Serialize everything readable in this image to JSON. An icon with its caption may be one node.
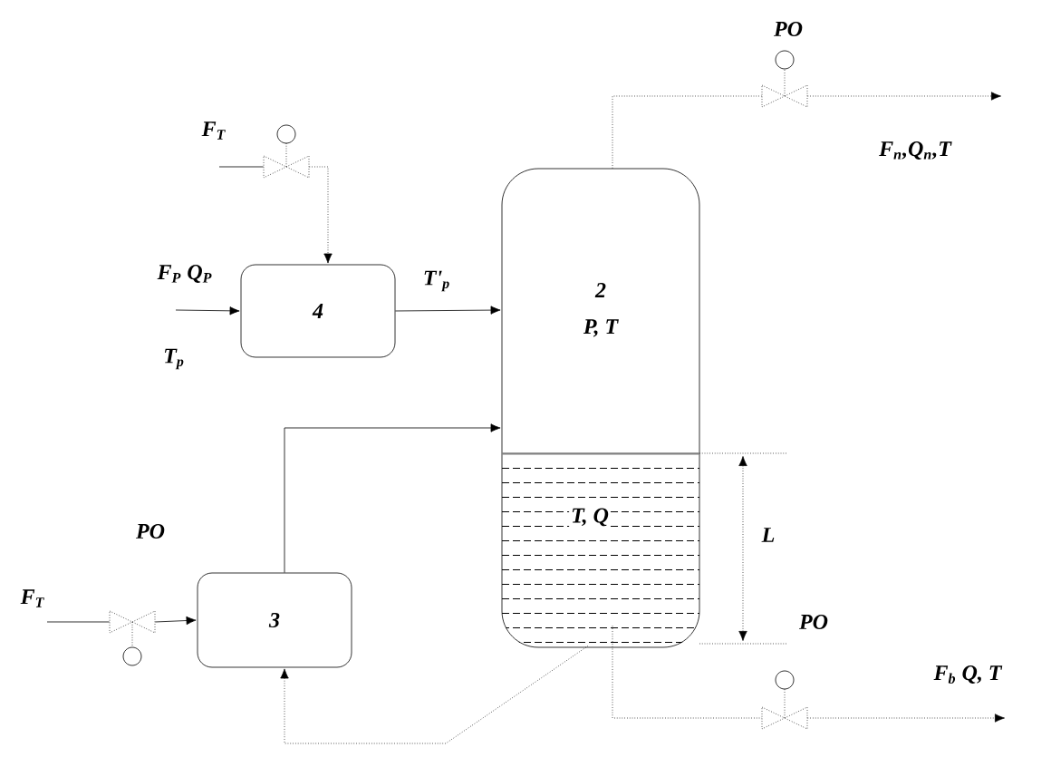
{
  "diagram": {
    "nodes": [
      {
        "text": [
          "2",
          "P, T"
        ]
      },
      {
        "text": [
          "T, Q"
        ],
        "in": 0
      },
      {
        "text": [
          "4"
        ]
      },
      {
        "text": [
          "3"
        ]
      },
      {
        "text": [],
        "shape": "valve"
      },
      {
        "text": [],
        "shape": "valve"
      },
      {
        "text": [],
        "shape": "valve"
      },
      {
        "text": [],
        "shape": "valve"
      }
    ],
    "edges": [
      {
        "from": null,
        "to": 4,
        "arrow": "none"
      },
      {
        "from": 4,
        "to": 2,
        "arrow": "to",
        "style": "dashed"
      },
      {
        "from": null,
        "to": 2,
        "arrow": "to"
      },
      {
        "from": 2,
        "to": 0,
        "arrow": "to"
      },
      {
        "from": 0,
        "to": 5,
        "arrow": "none",
        "style": "dashed"
      },
      {
        "from": 5,
        "to": null,
        "arrow": "to",
        "style": "dashed"
      },
      {
        "from": null,
        "to": 6,
        "arrow": "none"
      },
      {
        "from": 6,
        "to": 3,
        "arrow": "to"
      },
      {
        "from": 3,
        "to": 0,
        "arrow": "to"
      },
      {
        "from": 0,
        "to": 3,
        "arrow": "to",
        "style": "dashed"
      },
      {
        "from": 0,
        "to": 7,
        "arrow": "none",
        "style": "dashed"
      },
      {
        "from": 7,
        "to": null,
        "arrow": "to",
        "style": "dashed"
      }
    ],
    "labels": [
      "PO",
      "F$_{T}$",
      "F$_{P}$ Q$_{P}$",
      "T'$_{p}$",
      "T$_{p}$",
      "F$_{n}$,Q$_{n}$,T",
      "L",
      "PO",
      "F$_{T}$",
      "PO",
      "F$_{b}$ Q, T"
    ]
  }
}
